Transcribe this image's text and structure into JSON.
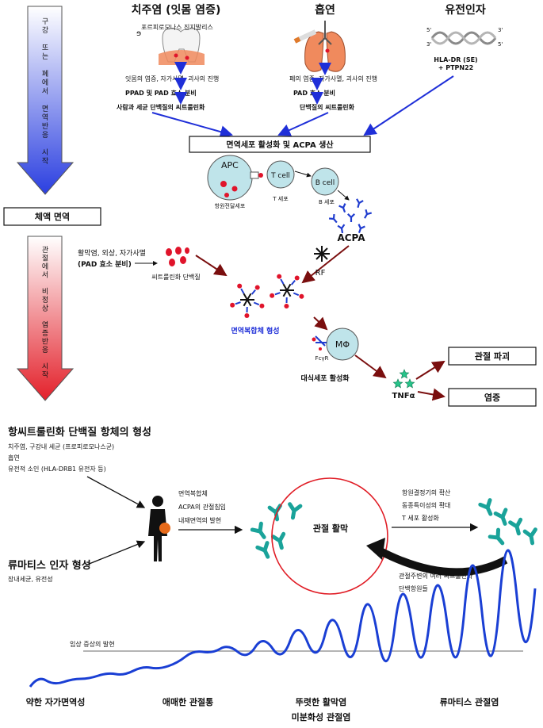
{
  "top": {
    "left_arrow_label": [
      "구",
      "강",
      "",
      "또",
      "는",
      "",
      "폐",
      "에",
      "서",
      "",
      "면",
      "역",
      "반",
      "응",
      "",
      "시",
      "작"
    ],
    "sources": {
      "periodontitis": {
        "title": "치주염 (잇몸 염증)",
        "bacteria_label": "포르피로모나스 진지발리스",
        "step1": "잇몸의 염증, 자가사멸, 괴사의 진행",
        "step2": "PPAD 및 PAD 효소 분비",
        "step3": "사람과 세균 단백질의 씨트룰린화"
      },
      "smoking": {
        "title": "흡연",
        "step1": "폐의 염증, 자가사멸, 괴사의 진행",
        "step2": "PAD 효소 분비",
        "step3": "단백질의 씨트룰린화"
      },
      "genetic": {
        "title": "유전인자",
        "gene1": "HLA-DR (SE)",
        "gene2": "+ PTPN22"
      }
    },
    "activation_box": "면역세포 활성화 및 ACPA 생산",
    "cells": {
      "apc": "APC",
      "apc_caption": "항원전달세포",
      "tcell": "T cell",
      "tcell_caption": "T 세포",
      "bcell": "B cell",
      "bcell_caption": "B 세포",
      "acpa": "ACPA"
    }
  },
  "middle": {
    "humoral_box": "체액 면역",
    "left_arrow_label": [
      "관",
      "절",
      "에",
      "서",
      "",
      "비",
      "정",
      "상",
      "",
      "염",
      "증",
      "반",
      "응",
      "",
      "시",
      "작"
    ],
    "trigger_line1": "활막염, 외상, 자가사멸",
    "trigger_line2": "(PAD 효소 분비)",
    "citrullinated_label": "씨트룰린화 단백질",
    "rf": "RF",
    "complex_label": "면역복합체 형성",
    "macrophage": "MΦ",
    "fcyr": "FcγR",
    "macrophage_label": "대식세포 활성화",
    "tnf": "TNFα",
    "outcome1": "관절 파괴",
    "outcome2": "염증"
  },
  "bottom": {
    "title1": "항씨트룰린화 단백질 항체의 형성",
    "factors1": [
      "치주염, 구강내 세균 (프로피로모나스균)",
      "흡연",
      "유전적 소인 (HLA-DRB1 유전자 등)"
    ],
    "title2": "류마티스 인자 형성",
    "factors2": [
      "장내세균, 유전성"
    ],
    "person_notes": [
      "면역복합체",
      "ACPA의 관절침입",
      "내재면역의 발현"
    ],
    "synovitis": "관절 활막",
    "right_notes": [
      "항원결정기의 확산",
      "동종특이성의 확대",
      "T 세포 활성화"
    ],
    "lower_notes": [
      "관절주변의 여러 씨트룰린화",
      "단백항원들"
    ],
    "threshold_label": "임상 증상의 발현",
    "stages": [
      "약한 자가면역성",
      "애매한 관절통",
      "뚜렷한 활막염",
      "미분화성 관절염",
      "류마티스 관절염"
    ]
  },
  "colors": {
    "blue_arrow": "#1f2fd8",
    "dark_red_arrow": "#7a0e0e",
    "antibody_blue": "#1f3ccf",
    "antibody_teal": "#1aa39a",
    "cell_fill": "#bfe4ea",
    "red_dot": "#e0142b",
    "synovium_circle": "#e01b24",
    "curve_blue": "#1a3fd4",
    "tnf_green": "#27c48a"
  }
}
